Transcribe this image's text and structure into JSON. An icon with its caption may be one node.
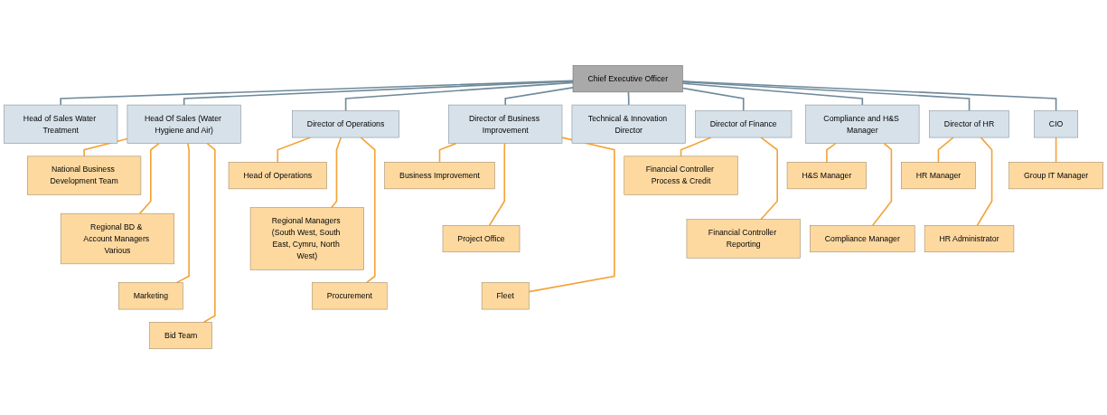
{
  "diagram": {
    "nodes": [
      {
        "text": [
          "Chief Executive Officer"
        ]
      },
      {
        "text": [
          "Head of Sales Water Treatment"
        ]
      },
      {
        "text": [
          "Head Of Sales (Water Hygiene and Air)"
        ]
      },
      {
        "text": [
          "Director of Operations"
        ]
      },
      {
        "text": [
          "Director of Business Improvement"
        ]
      },
      {
        "text": [
          "Technical & Innovation Director"
        ]
      },
      {
        "text": [
          "Director of Finance"
        ]
      },
      {
        "text": [
          "Compliance and H&S Manager"
        ]
      },
      {
        "text": [
          "Director of HR"
        ]
      },
      {
        "text": [
          "CIO"
        ]
      },
      {
        "text": [
          "National Business Development Team"
        ]
      },
      {
        "text": [
          "Regional BD & Account Managers Various"
        ]
      },
      {
        "text": [
          "Marketing"
        ]
      },
      {
        "text": [
          "Bid Team"
        ]
      },
      {
        "text": [
          "Head of Operations"
        ]
      },
      {
        "text": [
          "Regional Managers (South West, South East, Cymru, North West)"
        ]
      },
      {
        "text": [
          "Procurement"
        ]
      },
      {
        "text": [
          "Business Improvement"
        ]
      },
      {
        "text": [
          "Project Office"
        ]
      },
      {
        "text": [
          "Fleet"
        ]
      },
      {
        "text": [
          "Financial Controller Process & Credit"
        ]
      },
      {
        "text": [
          "Financial Controller Reporting"
        ]
      },
      {
        "text": [
          "H&S Manager"
        ]
      },
      {
        "text": [
          "Compliance Manager"
        ]
      },
      {
        "text": [
          "HR Manager"
        ]
      },
      {
        "text": [
          "HR Administrator"
        ]
      },
      {
        "text": [
          "Group IT Manager"
        ]
      }
    ],
    "edges": [
      {
        "from": 0,
        "to": 1,
        "arrow": "none",
        "color": "#6f8a9b"
      },
      {
        "from": 0,
        "to": 2,
        "arrow": "none",
        "color": "#6f8a9b"
      },
      {
        "from": 0,
        "to": 3,
        "arrow": "none",
        "color": "#6f8a9b"
      },
      {
        "from": 0,
        "to": 4,
        "arrow": "none",
        "color": "#6f8a9b"
      },
      {
        "from": 0,
        "to": 5,
        "arrow": "none",
        "color": "#6f8a9b"
      },
      {
        "from": 0,
        "to": 6,
        "arrow": "none",
        "color": "#6f8a9b"
      },
      {
        "from": 0,
        "to": 7,
        "arrow": "none",
        "color": "#6f8a9b"
      },
      {
        "from": 0,
        "to": 8,
        "arrow": "none",
        "color": "#6f8a9b"
      },
      {
        "from": 0,
        "to": 9,
        "arrow": "none",
        "color": "#6f8a9b"
      },
      {
        "from": 2,
        "to": 10,
        "arrow": "none"
      },
      {
        "from": 2,
        "to": 11,
        "arrow": "none"
      },
      {
        "from": 2,
        "to": 12,
        "arrow": "none"
      },
      {
        "from": 2,
        "to": 13,
        "arrow": "none"
      },
      {
        "from": 3,
        "to": 14,
        "arrow": "none"
      },
      {
        "from": 3,
        "to": 15,
        "arrow": "none"
      },
      {
        "from": 3,
        "to": 16,
        "arrow": "none"
      },
      {
        "from": 4,
        "to": 17,
        "arrow": "none"
      },
      {
        "from": 4,
        "to": 18,
        "arrow": "none"
      },
      {
        "from": 4,
        "to": 19,
        "arrow": "none"
      },
      {
        "from": 6,
        "to": 20,
        "arrow": "none"
      },
      {
        "from": 6,
        "to": 21,
        "arrow": "none"
      },
      {
        "from": 7,
        "to": 22,
        "arrow": "none"
      },
      {
        "from": 7,
        "to": 23,
        "arrow": "none"
      },
      {
        "from": 8,
        "to": 24,
        "arrow": "none"
      },
      {
        "from": 8,
        "to": 25,
        "arrow": "none"
      },
      {
        "from": 9,
        "to": 26,
        "arrow": "none"
      }
    ]
  }
}
